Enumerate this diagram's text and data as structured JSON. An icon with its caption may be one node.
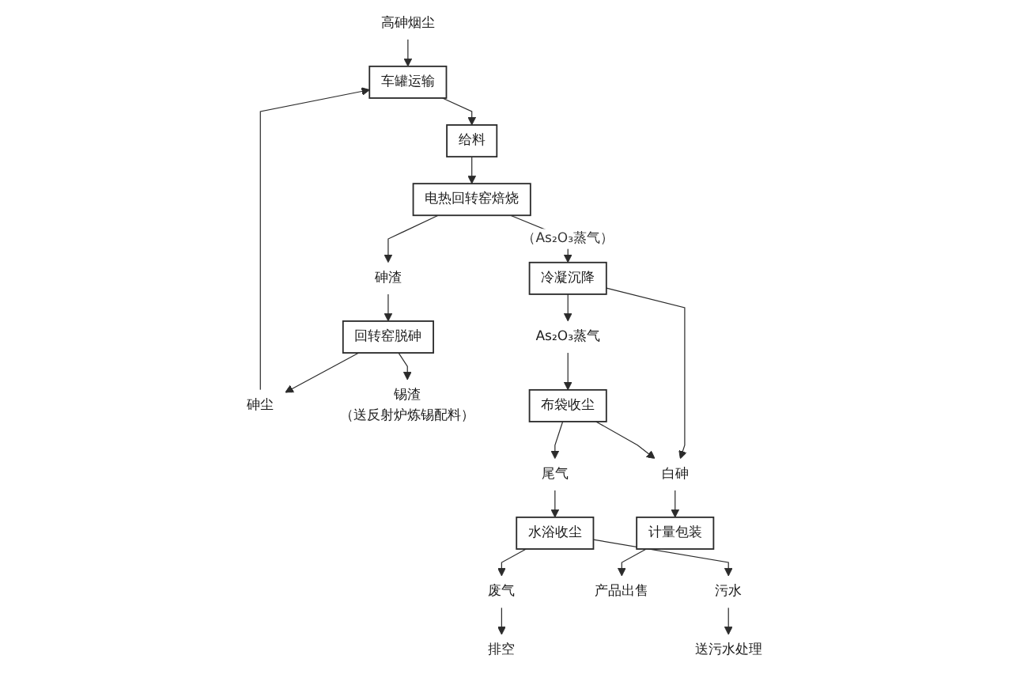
{
  "diagram": {
    "nodes": [
      {
        "text": [
          "高砷烟尘"
        ]
      },
      {
        "text": [
          "车罐运输"
        ]
      },
      {
        "text": [
          "给料"
        ]
      },
      {
        "text": [
          "电热回转窑焙烧"
        ]
      },
      {
        "text": [
          "砷渣"
        ]
      },
      {
        "text": [
          "冷凝沉降"
        ]
      },
      {
        "text": [
          "回转窑脱砷"
        ]
      },
      {
        "text": [
          "As₂O₃蒸气"
        ]
      },
      {
        "text": [
          "砷尘"
        ]
      },
      {
        "text": [
          "锡渣"
        ],
        "beside": [
          "（送反射炉炼锡配料）"
        ]
      },
      {
        "text": [
          "白砷"
        ]
      },
      {
        "text": [
          "布袋收尘"
        ]
      },
      {
        "text": [
          "尾气"
        ]
      },
      {
        "text": [
          "计量包装"
        ]
      },
      {
        "text": [
          "水浴收尘"
        ]
      },
      {
        "text": [
          "废气"
        ]
      },
      {
        "text": [
          "产品出售"
        ]
      },
      {
        "text": [
          "送污水处理"
        ]
      },
      {
        "text": [
          "污水"
        ]
      },
      {
        "text": [
          "排空"
        ]
      }
    ],
    "edges": [
      {
        "from": 0,
        "to": 1,
        "arrow": "to"
      },
      {
        "from": 1,
        "to": 2,
        "arrow": "to"
      },
      {
        "from": 2,
        "to": 3,
        "arrow": "to"
      },
      {
        "from": 3,
        "to": 4,
        "arrow": "to"
      },
      {
        "from": 3,
        "to": 5,
        "arrow": "to",
        "label": "（As₂O₃蒸气）"
      },
      {
        "from": 4,
        "to": 6,
        "arrow": "to"
      },
      {
        "from": 6,
        "to": 8,
        "arrow": "to"
      },
      {
        "from": 6,
        "to": 9,
        "arrow": "to"
      },
      {
        "from": 8,
        "to": 1,
        "arrow": "to"
      },
      {
        "from": 5,
        "to": 10,
        "arrow": "to"
      },
      {
        "from": 5,
        "to": 7,
        "arrow": "to"
      },
      {
        "from": 7,
        "to": 11,
        "arrow": "to"
      },
      {
        "from": 11,
        "to": 10,
        "arrow": "to"
      },
      {
        "from": 10,
        "to": 13,
        "arrow": "to"
      },
      {
        "from": 13,
        "to": 16,
        "arrow": "to"
      },
      {
        "from": 11,
        "to": 12,
        "arrow": "to"
      },
      {
        "from": 12,
        "to": 14,
        "arrow": "to"
      },
      {
        "from": 14,
        "to": 15,
        "arrow": "to"
      },
      {
        "from": 14,
        "to": 18,
        "arrow": "to"
      },
      {
        "from": 18,
        "to": 17,
        "arrow": "to"
      },
      {
        "from": 15,
        "to": 19,
        "arrow": "to"
      }
    ]
  }
}
